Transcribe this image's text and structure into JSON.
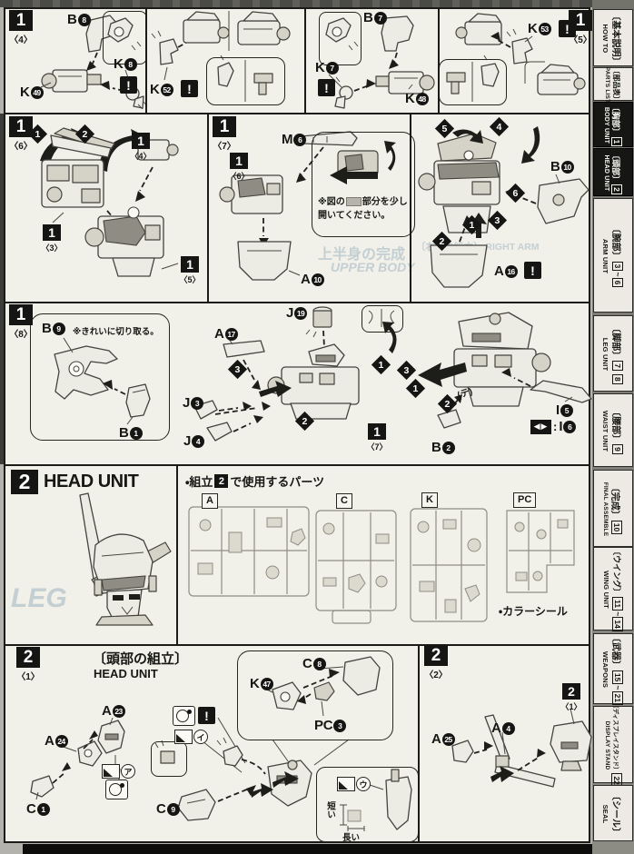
{
  "sidebar": {
    "items": [
      {
        "jp": "〔基本説明〕",
        "num": "",
        "en": "HOW TO",
        "dark": false
      },
      {
        "jp": "〔部品表〕",
        "num": "",
        "en": "PARTS LIST",
        "dark": false
      },
      {
        "jp": "〔胸部〕",
        "num": "1",
        "en": "BODY UNIT",
        "dark": true
      },
      {
        "jp": "〔頭部〕",
        "num": "2",
        "en": "HEAD UNIT",
        "dark": true
      },
      {
        "jp": "〔腕部〕",
        "num": "3~6",
        "en": "ARM UNIT",
        "dark": false
      },
      {
        "jp": "〔脚部〕",
        "num": "7 8",
        "en": "LEG UNIT",
        "dark": false
      },
      {
        "jp": "〔腰部〕",
        "num": "9",
        "en": "WAIST UNIT",
        "dark": false
      },
      {
        "jp": "〔完成〕",
        "num": "10",
        "en": "FINAL ASSEMBLE",
        "dark": false
      },
      {
        "jp": "〔ウイング〕",
        "num": "11~14",
        "en": "WING UNIT",
        "dark": false
      },
      {
        "jp": "〔武器〕",
        "num": "15~21",
        "en": "WEAPONS",
        "dark": false
      },
      {
        "jp": "〔ディスプレイスタンド〕",
        "num": "22",
        "en": "DISPLAY STAND",
        "dark": false
      },
      {
        "jp": "〔シール〕",
        "num": "",
        "en": "SEAL",
        "dark": false
      }
    ]
  },
  "steps": {
    "s1_4": {
      "step": "1",
      "sub": "〈4〉",
      "parts": {
        "b8": {
          "l": "B",
          "n": "8"
        },
        "k8": {
          "l": "K",
          "n": "8"
        },
        "k49": {
          "l": "K",
          "n": "49"
        },
        "k52": {
          "l": "K",
          "n": "52"
        }
      }
    },
    "s1_5": {
      "step": "1",
      "sub": "〈5〉",
      "parts": {
        "b7": {
          "l": "B",
          "n": "7"
        },
        "k7": {
          "l": "K",
          "n": "7"
        },
        "k48": {
          "l": "K",
          "n": "48"
        },
        "k53": {
          "l": "K",
          "n": "53"
        }
      }
    },
    "s1_6": {
      "step": "1",
      "sub": "〈6〉",
      "order": [
        "1",
        "2"
      ],
      "ref3": {
        "step": "1",
        "sub": "〈3〉"
      },
      "ref4": {
        "step": "1",
        "sub": "〈4〉"
      },
      "ref5": {
        "step": "1",
        "sub": "〈5〉"
      }
    },
    "s1_7": {
      "step": "1",
      "sub": "〈7〉",
      "ref6": {
        "step": "1",
        "sub": "〈6〉"
      },
      "parts": {
        "m6": {
          "l": "M",
          "n": "6"
        },
        "a10": {
          "l": "A",
          "n": "10"
        },
        "b10": {
          "l": "B",
          "n": "10"
        },
        "a16": {
          "l": "A",
          "n": "16"
        }
      },
      "note1a": "※図の",
      "note1b": "部分を少し",
      "note2": "開いてください。",
      "order": [
        "1",
        "2",
        "3",
        "4",
        "5",
        "6"
      ]
    },
    "s1_8": {
      "step": "1",
      "sub": "〈8〉",
      "ref7": {
        "step": "1",
        "sub": "〈7〉"
      },
      "cut_note": "※きれいに切り取る。",
      "annot": "(テ)",
      "parts": {
        "b9": {
          "l": "B",
          "n": "9"
        },
        "b1": {
          "l": "B",
          "n": "1"
        },
        "a17": {
          "l": "A",
          "n": "17"
        },
        "j3": {
          "l": "J",
          "n": "3"
        },
        "j4": {
          "l": "J",
          "n": "4"
        },
        "j19": {
          "l": "J",
          "n": "19"
        },
        "b2": {
          "l": "B",
          "n": "2"
        },
        "i5": {
          "l": "I",
          "n": "5"
        },
        "i6": {
          "l": "I",
          "n": "6"
        }
      },
      "order_mid": [
        "3",
        "2",
        "1"
      ],
      "order_right": [
        "3",
        "1",
        "2"
      ]
    },
    "head_unit": {
      "step": "2",
      "title": "HEAD UNIT"
    },
    "parts_used": {
      "pre": "・組立",
      "num": "2",
      "post": "で使用するパーツ",
      "runners": [
        "A",
        "C",
        "K",
        "PC"
      ],
      "seal_note": "・カラーシール"
    },
    "s2_1": {
      "step": "2",
      "sub": "〈1〉",
      "title_jp": "〔頭部の組立〕",
      "title_en": "HEAD UNIT",
      "parts": {
        "a23": {
          "l": "A",
          "n": "23"
        },
        "a24": {
          "l": "A",
          "n": "24"
        },
        "c1": {
          "l": "C",
          "n": "1"
        },
        "c8": {
          "l": "C",
          "n": "8"
        },
        "k47": {
          "l": "K",
          "n": "47"
        },
        "pc3": {
          "l": "PC",
          "n": "3"
        },
        "c9": {
          "l": "C",
          "n": "9"
        }
      },
      "seal_a": "ア",
      "seal_i": "イ",
      "seal_u": "ウ",
      "len_short": "短い",
      "len_long": "長い"
    },
    "s2_2": {
      "step": "2",
      "sub": "〈2〉",
      "ref1": {
        "step": "2",
        "sub": "〈1〉"
      },
      "parts": {
        "a25": {
          "l": "A",
          "n": "25"
        },
        "a4": {
          "l": "A",
          "n": "4"
        }
      }
    }
  },
  "glyphs": {
    "warn": "!",
    "mirror": "◀▶",
    "mirror_sep": ":"
  },
  "watermarks": {
    "upper_jp": "上半身の完成",
    "upper_en": "UPPER BODY",
    "arm_jp": "〔右腕の組立〕",
    "arm_en": "RIGHT ARM",
    "leg": "LEG"
  }
}
